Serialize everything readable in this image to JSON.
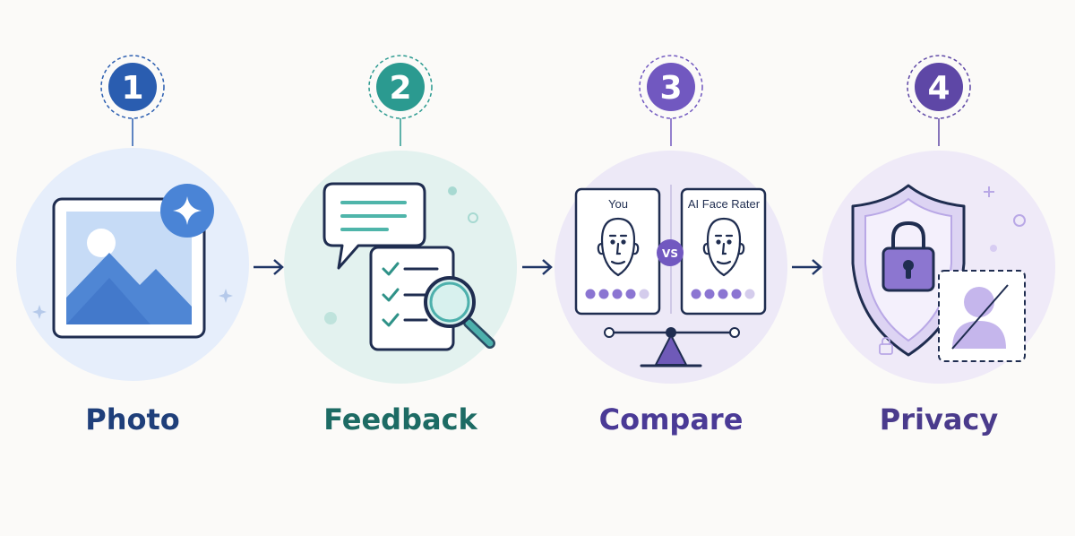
{
  "steps": [
    {
      "number": "1",
      "title": "Photo"
    },
    {
      "number": "2",
      "title": "Feedback"
    },
    {
      "number": "3",
      "title": "Compare"
    },
    {
      "number": "4",
      "title": "Privacy"
    }
  ],
  "compare": {
    "left_card_label": "You",
    "right_card_label": "AI Face Rater",
    "vs_label": "VS"
  },
  "colors": {
    "step1": "#2a5db0",
    "step2": "#2b9a90",
    "step3": "#7158c0",
    "step4": "#5e47a6",
    "title1": "#1f3f7a",
    "title2": "#1d6b64",
    "title3": "#4a3a96",
    "title4": "#4a3b8c",
    "arrow": "#1f3566"
  },
  "icons": {
    "step1": "image-sparkle-icon",
    "step2": "chat-checklist-magnifier-icon",
    "step3": "face-comparison-scale-icon",
    "step4": "shield-lock-hidden-user-icon"
  }
}
